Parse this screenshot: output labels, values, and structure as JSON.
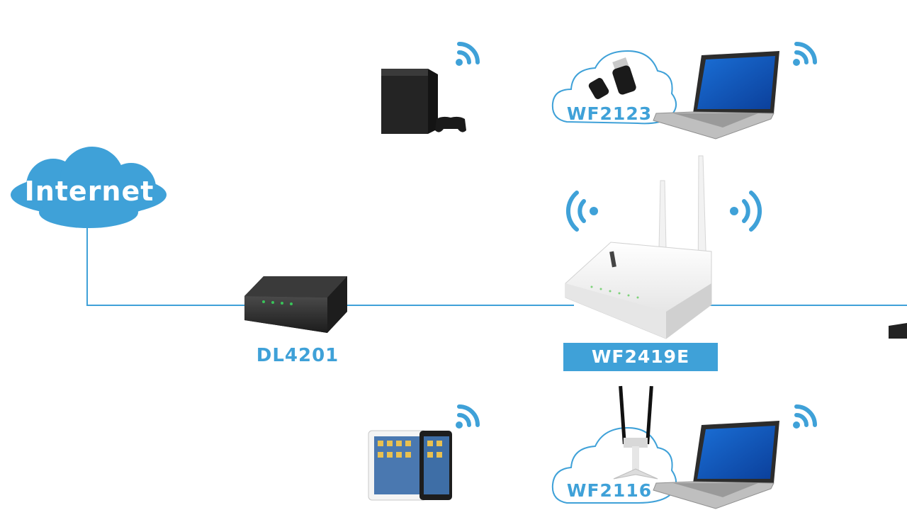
{
  "nodes": {
    "internet": {
      "label": "Internet"
    },
    "modem": {
      "label": "DL4201"
    },
    "router": {
      "label": "WF2419E"
    },
    "usb_adapter": {
      "label": "WF2123"
    },
    "antenna_adapter": {
      "label": "WF2116"
    }
  },
  "colors": {
    "accent": "#3fa1d8",
    "cloud_fill": "#3fa1d8",
    "device_dark": "#2b2b2b",
    "router_white": "#f1f1f1"
  },
  "icons": [
    "cloud-icon",
    "wifi-icon",
    "modem-icon",
    "router-icon",
    "game-console-icon",
    "laptop-icon",
    "tablet-icon",
    "usb-adapter-icon",
    "antenna-adapter-icon"
  ]
}
